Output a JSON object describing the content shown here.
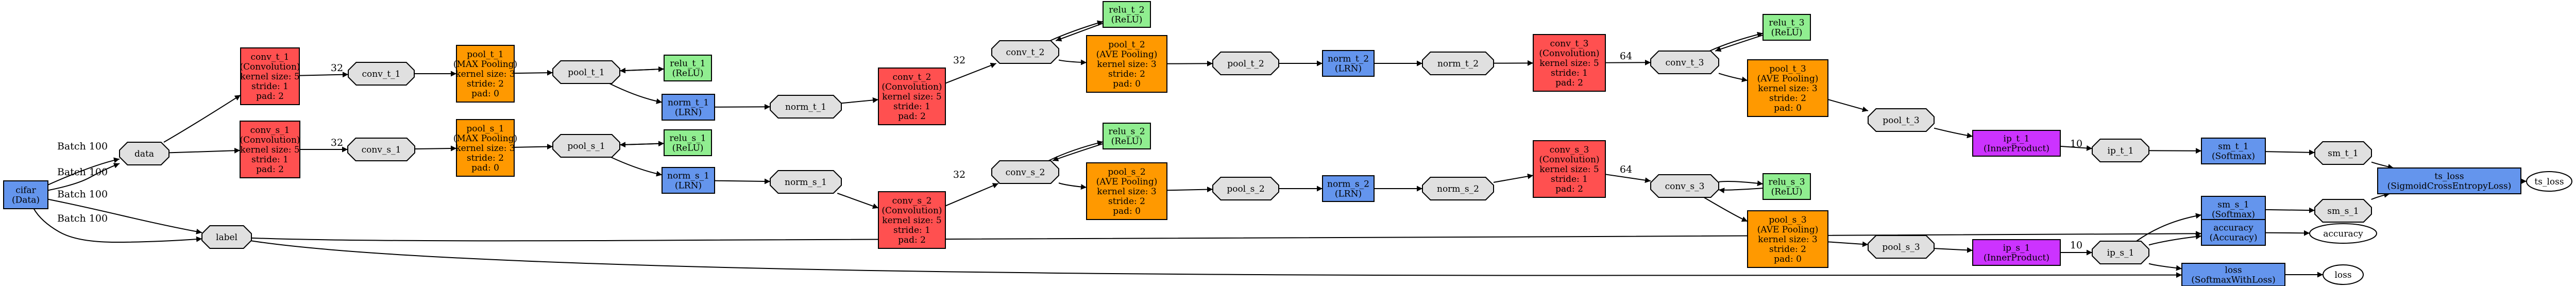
{
  "colors": {
    "Data": "#6495ed",
    "Convolution": "#ff5050",
    "Pooling": "#ff9900",
    "ReLU": "#90ee90",
    "LRN": "#6495ed",
    "InnerProduct": "#cc33ff",
    "Softmax": "#6495ed",
    "Accuracy": "#6495ed",
    "SigmoidCrossEntropyLoss": "#6495ed",
    "SoftmaxWithLoss": "#6495ed",
    "blob": "#e0e0e0",
    "output": "#ffffff"
  },
  "nodes": [
    {
      "id": "cifar",
      "kind": "layer",
      "ltype": "Data",
      "lines": [
        "cifar",
        "(Data)"
      ]
    },
    {
      "id": "data",
      "kind": "blob",
      "lines": [
        "data"
      ]
    },
    {
      "id": "label",
      "kind": "blob",
      "lines": [
        "label"
      ]
    },
    {
      "id": "conv_t_1",
      "kind": "layer",
      "ltype": "Convolution",
      "lines": [
        "conv_t_1",
        "(Convolution)",
        "kernel size: 5",
        "stride: 1",
        "pad: 2"
      ]
    },
    {
      "id": "conv_t_1_b",
      "kind": "blob",
      "lines": [
        "conv_t_1"
      ]
    },
    {
      "id": "pool_t_1",
      "kind": "layer",
      "ltype": "Pooling",
      "lines": [
        "pool_t_1",
        "(MAX Pooling)",
        "kernel size: 3",
        "stride: 2",
        "pad: 0"
      ]
    },
    {
      "id": "pool_t_1_b",
      "kind": "blob",
      "lines": [
        "pool_t_1"
      ]
    },
    {
      "id": "relu_t_1",
      "kind": "layer",
      "ltype": "ReLU",
      "lines": [
        "relu_t_1",
        "(ReLU)"
      ]
    },
    {
      "id": "norm_t_1",
      "kind": "layer",
      "ltype": "LRN",
      "lines": [
        "norm_t_1",
        "(LRN)"
      ]
    },
    {
      "id": "norm_t_1_b",
      "kind": "blob",
      "lines": [
        "norm_t_1"
      ]
    },
    {
      "id": "conv_t_2",
      "kind": "layer",
      "ltype": "Convolution",
      "lines": [
        "conv_t_2",
        "(Convolution)",
        "kernel size: 5",
        "stride: 1",
        "pad: 2"
      ]
    },
    {
      "id": "conv_t_2_b",
      "kind": "blob",
      "lines": [
        "conv_t_2"
      ]
    },
    {
      "id": "relu_t_2",
      "kind": "layer",
      "ltype": "ReLU",
      "lines": [
        "relu_t_2",
        "(ReLU)"
      ]
    },
    {
      "id": "pool_t_2",
      "kind": "layer",
      "ltype": "Pooling",
      "lines": [
        "pool_t_2",
        "(AVE Pooling)",
        "kernel size: 3",
        "stride: 2",
        "pad: 0"
      ]
    },
    {
      "id": "pool_t_2_b",
      "kind": "blob",
      "lines": [
        "pool_t_2"
      ]
    },
    {
      "id": "norm_t_2",
      "kind": "layer",
      "ltype": "LRN",
      "lines": [
        "norm_t_2",
        "(LRN)"
      ]
    },
    {
      "id": "norm_t_2_b",
      "kind": "blob",
      "lines": [
        "norm_t_2"
      ]
    },
    {
      "id": "conv_t_3",
      "kind": "layer",
      "ltype": "Convolution",
      "lines": [
        "conv_t_3",
        "(Convolution)",
        "kernel size: 5",
        "stride: 1",
        "pad: 2"
      ]
    },
    {
      "id": "conv_t_3_b",
      "kind": "blob",
      "lines": [
        "conv_t_3"
      ]
    },
    {
      "id": "relu_t_3",
      "kind": "layer",
      "ltype": "ReLU",
      "lines": [
        "relu_t_3",
        "(ReLU)"
      ]
    },
    {
      "id": "pool_t_3",
      "kind": "layer",
      "ltype": "Pooling",
      "lines": [
        "pool_t_3",
        "(AVE Pooling)",
        "kernel size: 3",
        "stride: 2",
        "pad: 0"
      ]
    },
    {
      "id": "pool_t_3_b",
      "kind": "blob",
      "lines": [
        "pool_t_3"
      ]
    },
    {
      "id": "ip_t_1",
      "kind": "layer",
      "ltype": "InnerProduct",
      "lines": [
        "ip_t_1",
        "(InnerProduct)"
      ]
    },
    {
      "id": "ip_t_1_b",
      "kind": "blob",
      "lines": [
        "ip_t_1"
      ]
    },
    {
      "id": "sm_t_1",
      "kind": "layer",
      "ltype": "Softmax",
      "lines": [
        "sm_t_1",
        "(Softmax)"
      ]
    },
    {
      "id": "sm_t_1_b",
      "kind": "blob",
      "lines": [
        "sm_t_1"
      ]
    },
    {
      "id": "conv_s_1",
      "kind": "layer",
      "ltype": "Convolution",
      "lines": [
        "conv_s_1",
        "(Convolution)",
        "kernel size: 5",
        "stride: 1",
        "pad: 2"
      ]
    },
    {
      "id": "conv_s_1_b",
      "kind": "blob",
      "lines": [
        "conv_s_1"
      ]
    },
    {
      "id": "pool_s_1",
      "kind": "layer",
      "ltype": "Pooling",
      "lines": [
        "pool_s_1",
        "(MAX Pooling)",
        "kernel size: 3",
        "stride: 2",
        "pad: 0"
      ]
    },
    {
      "id": "pool_s_1_b",
      "kind": "blob",
      "lines": [
        "pool_s_1"
      ]
    },
    {
      "id": "relu_s_1",
      "kind": "layer",
      "ltype": "ReLU",
      "lines": [
        "relu_s_1",
        "(ReLU)"
      ]
    },
    {
      "id": "norm_s_1",
      "kind": "layer",
      "ltype": "LRN",
      "lines": [
        "norm_s_1",
        "(LRN)"
      ]
    },
    {
      "id": "norm_s_1_b",
      "kind": "blob",
      "lines": [
        "norm_s_1"
      ]
    },
    {
      "id": "conv_s_2",
      "kind": "layer",
      "ltype": "Convolution",
      "lines": [
        "conv_s_2",
        "(Convolution)",
        "kernel size: 5",
        "stride: 1",
        "pad: 2"
      ]
    },
    {
      "id": "conv_s_2_b",
      "kind": "blob",
      "lines": [
        "conv_s_2"
      ]
    },
    {
      "id": "relu_s_2",
      "kind": "layer",
      "ltype": "ReLU",
      "lines": [
        "relu_s_2",
        "(ReLU)"
      ]
    },
    {
      "id": "pool_s_2",
      "kind": "layer",
      "ltype": "Pooling",
      "lines": [
        "pool_s_2",
        "(AVE Pooling)",
        "kernel size: 3",
        "stride: 2",
        "pad: 0"
      ]
    },
    {
      "id": "pool_s_2_b",
      "kind": "blob",
      "lines": [
        "pool_s_2"
      ]
    },
    {
      "id": "norm_s_2",
      "kind": "layer",
      "ltype": "LRN",
      "lines": [
        "norm_s_2",
        "(LRN)"
      ]
    },
    {
      "id": "norm_s_2_b",
      "kind": "blob",
      "lines": [
        "norm_s_2"
      ]
    },
    {
      "id": "conv_s_3",
      "kind": "layer",
      "ltype": "Convolution",
      "lines": [
        "conv_s_3",
        "(Convolution)",
        "kernel size: 5",
        "stride: 1",
        "pad: 2"
      ]
    },
    {
      "id": "conv_s_3_b",
      "kind": "blob",
      "lines": [
        "conv_s_3"
      ]
    },
    {
      "id": "relu_s_3",
      "kind": "layer",
      "ltype": "ReLU",
      "lines": [
        "relu_s_3",
        "(ReLU)"
      ]
    },
    {
      "id": "pool_s_3",
      "kind": "layer",
      "ltype": "Pooling",
      "lines": [
        "pool_s_3",
        "(AVE Pooling)",
        "kernel size: 3",
        "stride: 2",
        "pad: 0"
      ]
    },
    {
      "id": "pool_s_3_b",
      "kind": "blob",
      "lines": [
        "pool_s_3"
      ]
    },
    {
      "id": "ip_s_1",
      "kind": "layer",
      "ltype": "InnerProduct",
      "lines": [
        "ip_s_1",
        "(InnerProduct)"
      ]
    },
    {
      "id": "ip_s_1_b",
      "kind": "blob",
      "lines": [
        "ip_s_1"
      ]
    },
    {
      "id": "sm_s_1",
      "kind": "layer",
      "ltype": "Softmax",
      "lines": [
        "sm_s_1",
        "(Softmax)"
      ]
    },
    {
      "id": "sm_s_1_b",
      "kind": "blob",
      "lines": [
        "sm_s_1"
      ]
    },
    {
      "id": "ts_loss",
      "kind": "layer",
      "ltype": "SigmoidCrossEntropyLoss",
      "lines": [
        "ts_loss",
        "(SigmoidCrossEntropyLoss)"
      ]
    },
    {
      "id": "ts_loss_out",
      "kind": "output",
      "lines": [
        "ts_loss"
      ]
    },
    {
      "id": "accuracy",
      "kind": "layer",
      "ltype": "Accuracy",
      "lines": [
        "accuracy",
        "(Accuracy)"
      ]
    },
    {
      "id": "accuracy_out",
      "kind": "output",
      "lines": [
        "accuracy"
      ]
    },
    {
      "id": "loss",
      "kind": "layer",
      "ltype": "SoftmaxWithLoss",
      "lines": [
        "loss",
        "(SoftmaxWithLoss)"
      ]
    },
    {
      "id": "loss_out",
      "kind": "output",
      "lines": [
        "loss"
      ]
    }
  ],
  "edges": [
    {
      "from": "cifar",
      "to": "data",
      "label": "Batch 100"
    },
    {
      "from": "cifar",
      "to": "data",
      "label": "Batch 100"
    },
    {
      "from": "cifar",
      "to": "label",
      "label": "Batch 100"
    },
    {
      "from": "cifar",
      "to": "label",
      "label": "Batch 100"
    },
    {
      "from": "data",
      "to": "conv_t_1",
      "label": ""
    },
    {
      "from": "conv_t_1",
      "to": "conv_t_1_b",
      "label": "32"
    },
    {
      "from": "conv_t_1_b",
      "to": "pool_t_1",
      "label": ""
    },
    {
      "from": "pool_t_1",
      "to": "pool_t_1_b",
      "label": ""
    },
    {
      "from": "pool_t_1_b",
      "to": "relu_t_1",
      "label": ""
    },
    {
      "from": "relu_t_1",
      "to": "pool_t_1_b",
      "label": ""
    },
    {
      "from": "pool_t_1_b",
      "to": "norm_t_1",
      "label": ""
    },
    {
      "from": "norm_t_1",
      "to": "norm_t_1_b",
      "label": ""
    },
    {
      "from": "norm_t_1_b",
      "to": "conv_t_2",
      "label": ""
    },
    {
      "from": "conv_t_2",
      "to": "conv_t_2_b",
      "label": "32"
    },
    {
      "from": "conv_t_2_b",
      "to": "relu_t_2",
      "label": ""
    },
    {
      "from": "relu_t_2",
      "to": "conv_t_2_b",
      "label": ""
    },
    {
      "from": "conv_t_2_b",
      "to": "pool_t_2",
      "label": ""
    },
    {
      "from": "pool_t_2",
      "to": "pool_t_2_b",
      "label": ""
    },
    {
      "from": "pool_t_2_b",
      "to": "norm_t_2",
      "label": ""
    },
    {
      "from": "norm_t_2",
      "to": "norm_t_2_b",
      "label": ""
    },
    {
      "from": "norm_t_2_b",
      "to": "conv_t_3",
      "label": ""
    },
    {
      "from": "conv_t_3",
      "to": "conv_t_3_b",
      "label": "64"
    },
    {
      "from": "conv_t_3_b",
      "to": "relu_t_3",
      "label": ""
    },
    {
      "from": "relu_t_3",
      "to": "conv_t_3_b",
      "label": ""
    },
    {
      "from": "conv_t_3_b",
      "to": "pool_t_3",
      "label": ""
    },
    {
      "from": "pool_t_3",
      "to": "pool_t_3_b",
      "label": ""
    },
    {
      "from": "pool_t_3_b",
      "to": "ip_t_1",
      "label": ""
    },
    {
      "from": "ip_t_1",
      "to": "ip_t_1_b",
      "label": "10"
    },
    {
      "from": "ip_t_1_b",
      "to": "sm_t_1",
      "label": ""
    },
    {
      "from": "sm_t_1",
      "to": "sm_t_1_b",
      "label": ""
    },
    {
      "from": "sm_t_1_b",
      "to": "ts_loss",
      "label": ""
    },
    {
      "from": "data",
      "to": "conv_s_1",
      "label": ""
    },
    {
      "from": "conv_s_1",
      "to": "conv_s_1_b",
      "label": "32"
    },
    {
      "from": "conv_s_1_b",
      "to": "pool_s_1",
      "label": ""
    },
    {
      "from": "pool_s_1",
      "to": "pool_s_1_b",
      "label": ""
    },
    {
      "from": "pool_s_1_b",
      "to": "relu_s_1",
      "label": ""
    },
    {
      "from": "relu_s_1",
      "to": "pool_s_1_b",
      "label": ""
    },
    {
      "from": "pool_s_1_b",
      "to": "norm_s_1",
      "label": ""
    },
    {
      "from": "norm_s_1",
      "to": "norm_s_1_b",
      "label": ""
    },
    {
      "from": "norm_s_1_b",
      "to": "conv_s_2",
      "label": ""
    },
    {
      "from": "conv_s_2",
      "to": "conv_s_2_b",
      "label": "32"
    },
    {
      "from": "conv_s_2_b",
      "to": "relu_s_2",
      "label": ""
    },
    {
      "from": "relu_s_2",
      "to": "conv_s_2_b",
      "label": ""
    },
    {
      "from": "conv_s_2_b",
      "to": "pool_s_2",
      "label": ""
    },
    {
      "from": "pool_s_2",
      "to": "pool_s_2_b",
      "label": ""
    },
    {
      "from": "pool_s_2_b",
      "to": "norm_s_2",
      "label": ""
    },
    {
      "from": "norm_s_2",
      "to": "norm_s_2_b",
      "label": ""
    },
    {
      "from": "norm_s_2_b",
      "to": "conv_s_3",
      "label": ""
    },
    {
      "from": "conv_s_3",
      "to": "conv_s_3_b",
      "label": "64"
    },
    {
      "from": "conv_s_3_b",
      "to": "relu_s_3",
      "label": ""
    },
    {
      "from": "relu_s_3",
      "to": "conv_s_3_b",
      "label": ""
    },
    {
      "from": "conv_s_3_b",
      "to": "pool_s_3",
      "label": ""
    },
    {
      "from": "pool_s_3",
      "to": "pool_s_3_b",
      "label": ""
    },
    {
      "from": "pool_s_3_b",
      "to": "ip_s_1",
      "label": ""
    },
    {
      "from": "ip_s_1",
      "to": "ip_s_1_b",
      "label": "10"
    },
    {
      "from": "ip_s_1_b",
      "to": "sm_s_1",
      "label": ""
    },
    {
      "from": "sm_s_1",
      "to": "sm_s_1_b",
      "label": ""
    },
    {
      "from": "sm_s_1_b",
      "to": "ts_loss",
      "label": ""
    },
    {
      "from": "ts_loss",
      "to": "ts_loss_out",
      "label": ""
    },
    {
      "from": "ip_s_1_b",
      "to": "accuracy",
      "label": ""
    },
    {
      "from": "label",
      "to": "accuracy",
      "label": ""
    },
    {
      "from": "accuracy",
      "to": "accuracy_out",
      "label": ""
    },
    {
      "from": "ip_s_1_b",
      "to": "loss",
      "label": ""
    },
    {
      "from": "label",
      "to": "loss",
      "label": ""
    },
    {
      "from": "loss",
      "to": "loss_out",
      "label": ""
    }
  ]
}
